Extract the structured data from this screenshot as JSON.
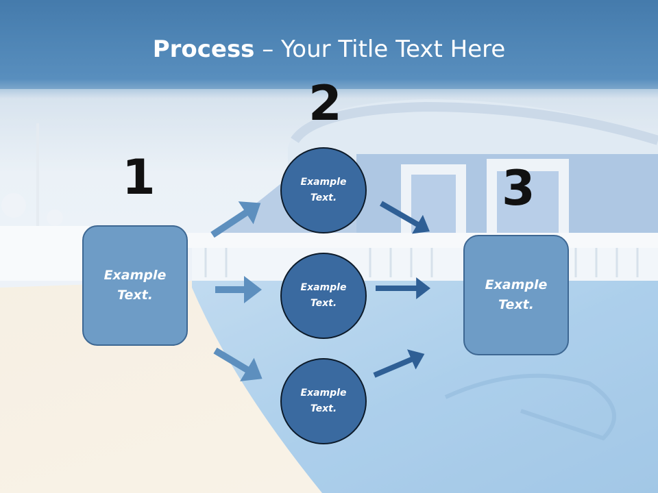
{
  "slide": {
    "title_bold": "Process",
    "title_rest": " – Your Title Text Here"
  },
  "steps": {
    "one": "1",
    "two": "2",
    "three": "3"
  },
  "left_box": {
    "line1": "Example",
    "line2": "Text."
  },
  "right_box": {
    "line1": "Example",
    "line2": "Text."
  },
  "circles": [
    {
      "line1": "Example",
      "line2": "Text."
    },
    {
      "line1": "Example",
      "line2": "Text."
    },
    {
      "line1": "Example",
      "line2": "Text."
    }
  ],
  "colors": {
    "box_fill": "#6e9cc6",
    "circle_fill": "#3a6aa0",
    "arrow": "#5d8fbe"
  }
}
